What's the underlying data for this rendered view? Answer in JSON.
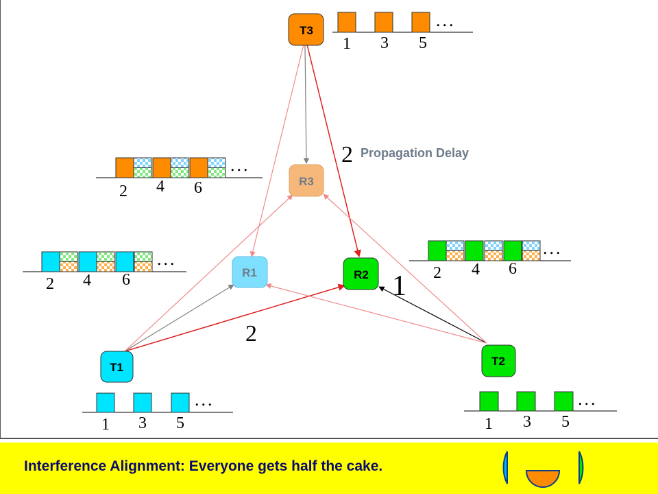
{
  "colors": {
    "t3": "#ff8c00",
    "r3": "#f5b87a",
    "t1": "#00e5ff",
    "r1": "#7fdfff",
    "t2": "#00e600",
    "r2": "#00e600",
    "blue_check": "#7fd4ff",
    "green_check": "#7fe87f",
    "orange_check": "#ffb04a",
    "link_strong": "#e02020",
    "link_weak": "#f08a8a",
    "link_direct": "#808080",
    "footer": "#ffff00",
    "caption": "#0a0a6e"
  },
  "nodes": {
    "t3": "T3",
    "r3": "R3",
    "t1": "T1",
    "r1": "R1",
    "t2": "T2",
    "r2": "R2"
  },
  "delay_labels": {
    "t3_r2_delay": "2",
    "t3_r2_text": "Propagation Delay",
    "t2_r2_delay": "1",
    "t1_r2_delay": "2"
  },
  "packet_sequences": {
    "t3": {
      "slots": [
        "1",
        "3",
        "5"
      ],
      "more": "..."
    },
    "t1": {
      "slots": [
        "1",
        "3",
        "5"
      ],
      "more": "..."
    },
    "t2": {
      "slots": [
        "1",
        "3",
        "5"
      ],
      "more": "..."
    },
    "r3": {
      "slots": [
        "2",
        "4",
        "6"
      ],
      "more": "..."
    },
    "r1": {
      "slots": [
        "2",
        "4",
        "6"
      ],
      "more": "..."
    },
    "r2": {
      "slots": [
        "2",
        "4",
        "6"
      ],
      "more": "..."
    }
  },
  "footer": {
    "caption": "Interference Alignment: Everyone gets half the cake.",
    "cake_icons": [
      "blue-half",
      "orange-half",
      "green-half"
    ]
  }
}
